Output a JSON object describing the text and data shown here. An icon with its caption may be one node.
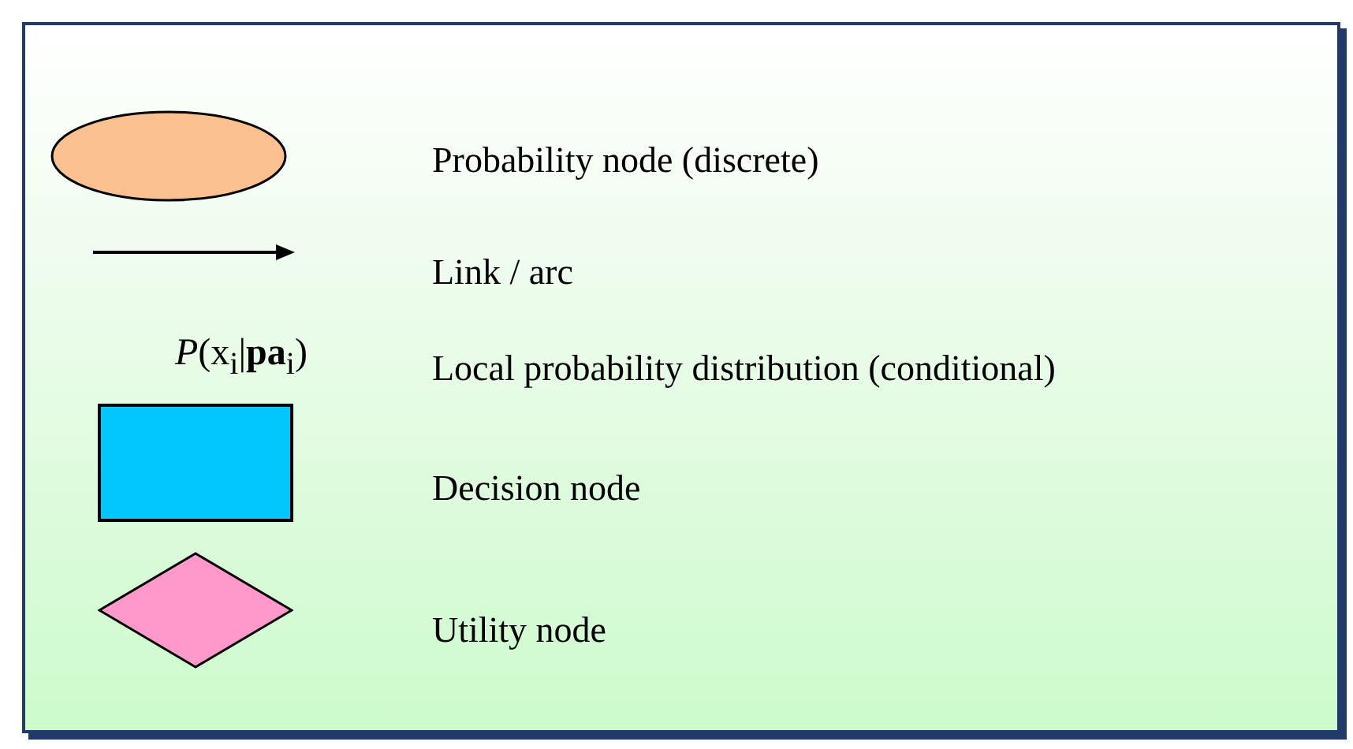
{
  "diagram": {
    "nodes": [
      {
        "text": [],
        "shape": "ellipse"
      },
      {
        "text": [],
        "shape": "box"
      },
      {
        "text": [],
        "shape": "diamond"
      }
    ],
    "labels": [
      "*P*(x$_{i}$|**pa**$_{i}$)"
    ],
    "legend": [
      {
        "text": "Probability node (discrete)"
      },
      {
        "text": "Link / arc"
      },
      {
        "text": "Local probability distribution (conditional)"
      },
      {
        "text": "Decision node"
      },
      {
        "text": "Utility node"
      }
    ]
  }
}
